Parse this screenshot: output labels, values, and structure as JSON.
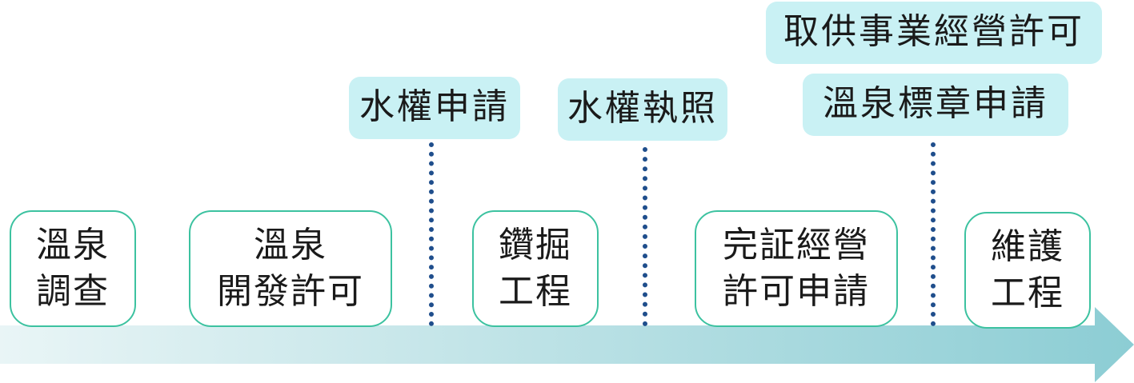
{
  "colors": {
    "step_border": "#3cc2a0",
    "tag_fill": "#c9f1f4",
    "dotted_line": "#1f4e8c",
    "arrow_start": "#e9f5f6",
    "arrow_end": "#8ccdd4"
  },
  "steps": [
    {
      "line1": "溫泉",
      "line2": "調查"
    },
    {
      "line1": "溫泉",
      "line2": "開發許可"
    },
    {
      "line1": "鑽掘",
      "line2": "工程"
    },
    {
      "line1": "完証經營",
      "line2": "許可申請"
    },
    {
      "line1": "維護",
      "line2": "工程"
    }
  ],
  "milestones": [
    {
      "label": "水權申請"
    },
    {
      "label": "水權執照"
    },
    {
      "label": "溫泉標章申請"
    },
    {
      "label": "取供事業經營許可"
    }
  ]
}
